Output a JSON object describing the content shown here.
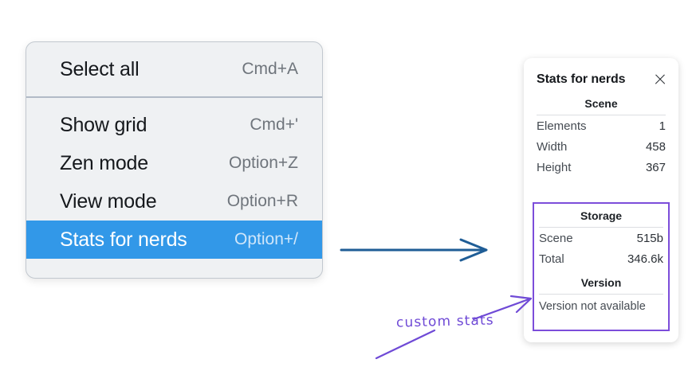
{
  "context_menu": {
    "name": "canvas-context-menu",
    "groups": [
      {
        "items": [
          {
            "label": "Select all",
            "shortcut": "Cmd+A",
            "selected": false
          }
        ]
      },
      {
        "items": [
          {
            "label": "Show grid",
            "shortcut": "Cmd+'",
            "selected": false
          },
          {
            "label": "Zen mode",
            "shortcut": "Option+Z",
            "selected": false
          },
          {
            "label": "View mode",
            "shortcut": "Option+R",
            "selected": false
          },
          {
            "label": "Stats for nerds",
            "shortcut": "Option+/",
            "selected": true
          }
        ]
      }
    ],
    "highlight_color": "#3298e8",
    "background_color": "#eff1f3"
  },
  "stats_panel": {
    "title": "Stats for nerds",
    "close_icon": "close-icon",
    "scene": {
      "heading": "Scene",
      "rows": [
        {
          "label": "Elements",
          "value": "1"
        },
        {
          "label": "Width",
          "value": "458"
        },
        {
          "label": "Height",
          "value": "367"
        }
      ]
    },
    "storage": {
      "heading": "Storage",
      "rows": [
        {
          "label": "Scene",
          "value": "515b"
        },
        {
          "label": "Total",
          "value": "346.6k"
        }
      ]
    },
    "version": {
      "heading": "Version",
      "text": "Version not available"
    },
    "highlight_border_color": "#7c4dda"
  },
  "annotations": {
    "arrow_blue_color": "#1f5d96",
    "arrow_purple_color": "#6f4ad6",
    "hand_label": "custom stats"
  }
}
